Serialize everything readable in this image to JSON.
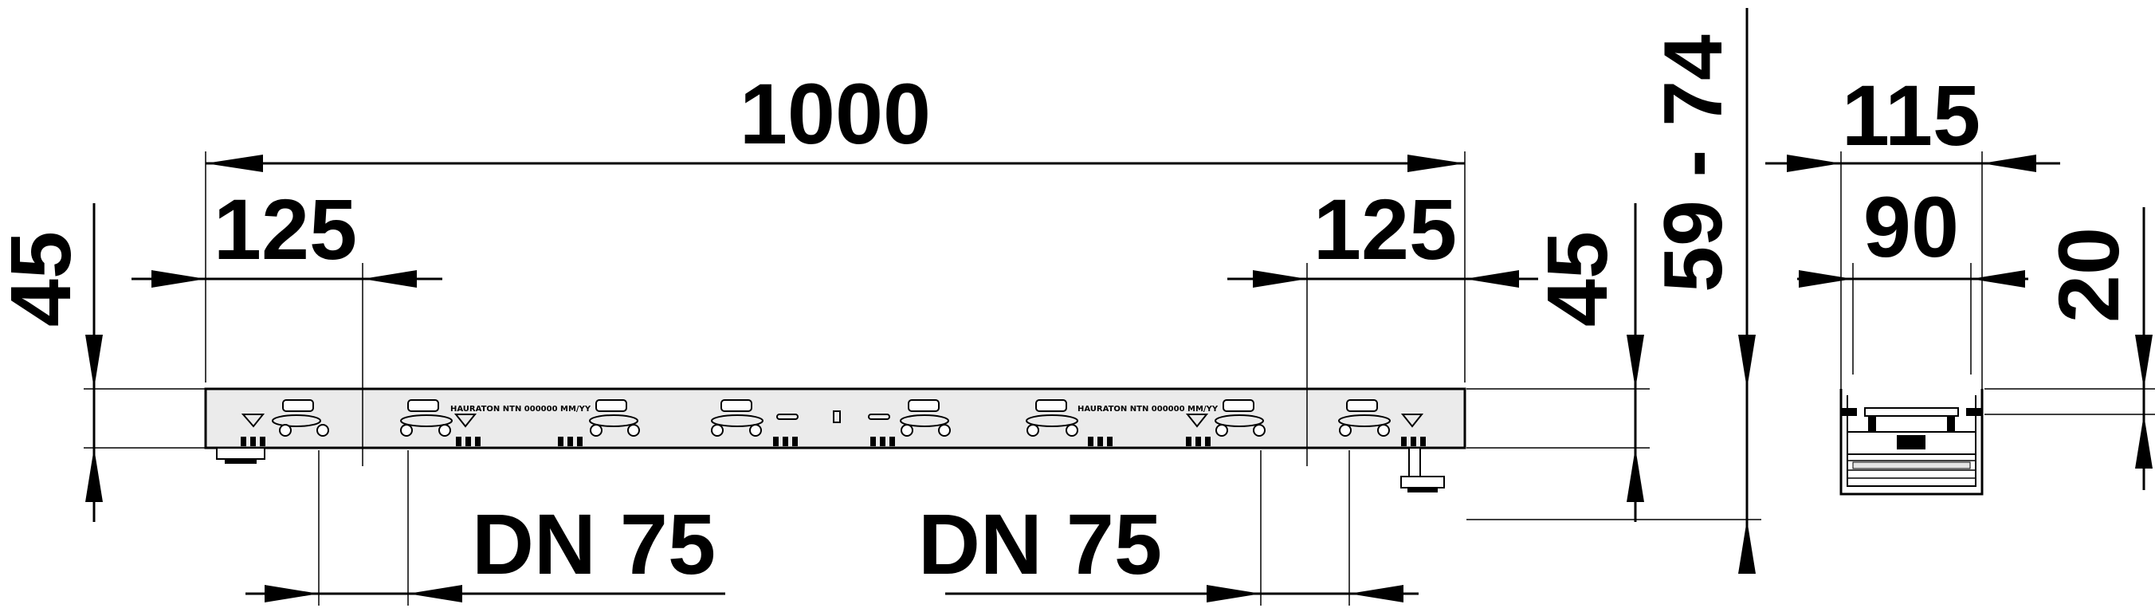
{
  "side_view": {
    "overall_length": "1000",
    "left_edge_offset": "125",
    "right_edge_offset": "125",
    "left_height": "45",
    "right_height": "45",
    "outlet_left": "DN 75",
    "outlet_right": "DN 75",
    "channel_marking_1": "HAURATON NTN 000000 MM/YY",
    "channel_marking_2": "HAURATON NTN 000000 MM/YY"
  },
  "overall_height_range": "59 - 74",
  "cross_section": {
    "outer_width": "115",
    "inner_width": "90",
    "grate_depth": "20"
  }
}
